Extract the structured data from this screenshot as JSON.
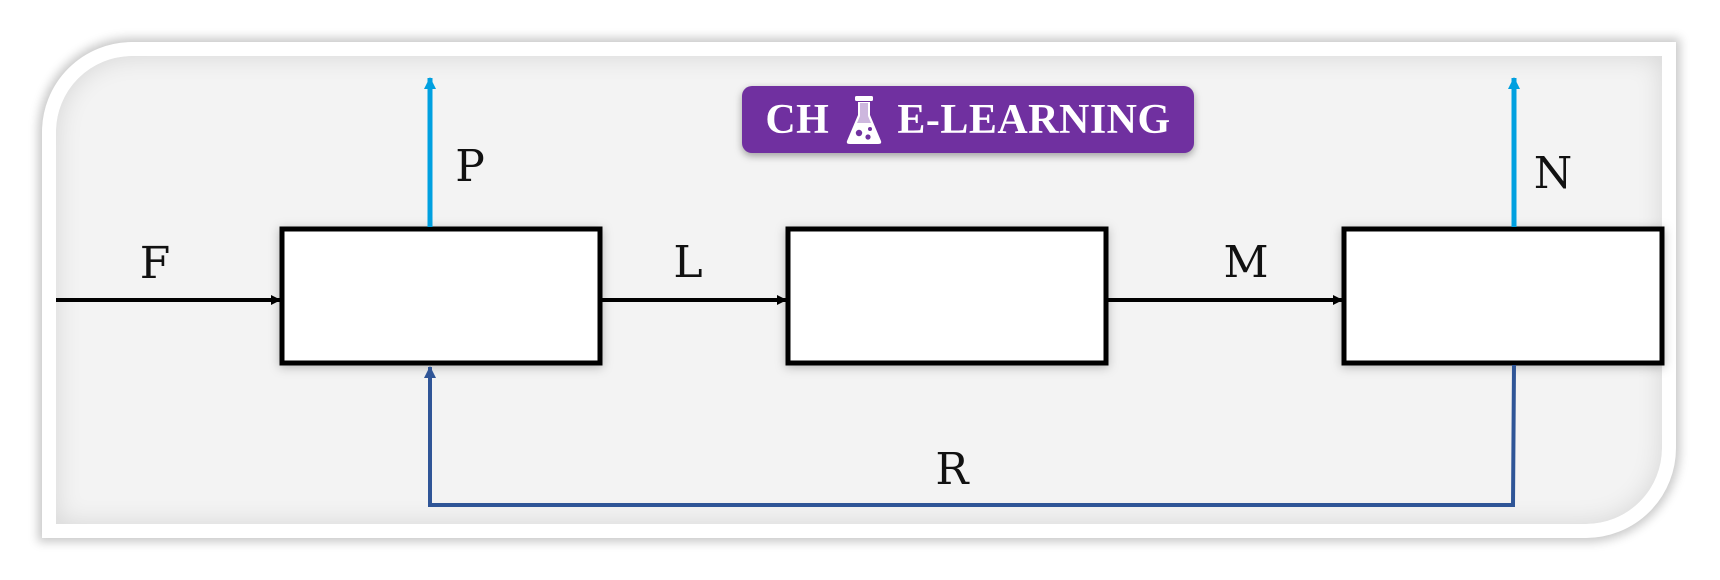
{
  "logo": {
    "text_left": "CH",
    "text_right": "E-LEARNING",
    "icon": "flask-icon",
    "background": "#7030a0"
  },
  "streams": {
    "F": "F",
    "P": "P",
    "L": "L",
    "M": "M",
    "N": "N",
    "R": "R"
  },
  "colors": {
    "process_stream": "#000000",
    "vapor_stream": "#00a0e0",
    "recycle_stream": "#2f5597"
  }
}
